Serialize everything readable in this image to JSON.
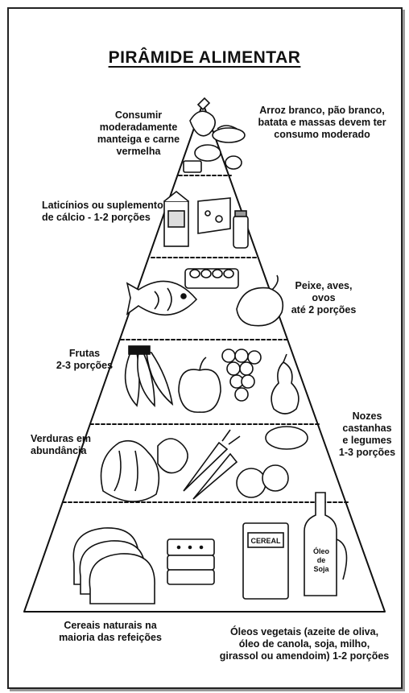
{
  "title": "PIRÂMIDE ALIMENTAR",
  "labels": {
    "top_left": "Consumir\nmoderadamente\nmanteiga e carne\nvermelha",
    "top_right": "Arroz branco, pão branco,\nbatata e massas devem ter\nconsumo moderado",
    "dairy": "Laticínios ou suplemento\nde cálcio - 1-2 porções",
    "protein": "Peixe, aves, ovos\naté 2 porções",
    "fruits": "Frutas\n2-3 porções",
    "nuts": "Nozes\ncastanhas\ne legumes\n1-3 porções",
    "vegetables": "Verduras em\nabundância",
    "cereals": "Cereais naturais na\nmaioria das refeições",
    "oils": "Óleos vegetais (azeite de oliva,\nóleo de canola, soja, milho,\ngirassol ou amendoim) 1-2 porções"
  },
  "jar_text": {
    "cereal_box": "CEREAL",
    "oil_bottle": "Óleo\nde\nSoja"
  },
  "colors": {
    "ink": "#111111",
    "paper": "#ffffff",
    "shade": "#cfcfcf"
  }
}
